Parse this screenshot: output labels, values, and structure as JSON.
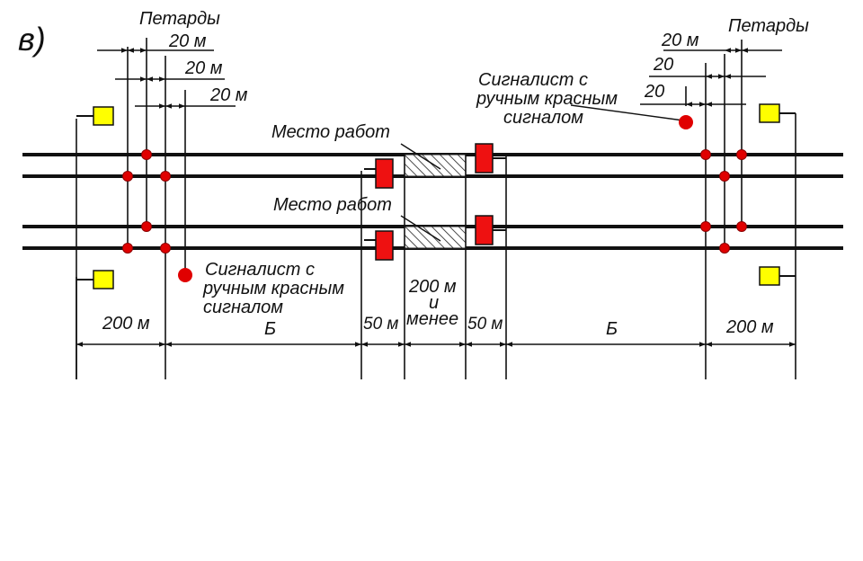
{
  "figure_letter": "в)",
  "labels": {
    "petards": "Петарды",
    "dist_20m": "20 м",
    "dist_20": "20",
    "work_site": "Место работ",
    "signalman": [
      "Сигналист с",
      "ручным красным",
      "сигналом"
    ],
    "dim_200m": "200 м",
    "dim_B": "Б",
    "dim_50m": "50 м",
    "dim_200_or_less": [
      "200 м",
      "и",
      "менее"
    ]
  },
  "colors": {
    "track": "#111111",
    "petard": "#e00000",
    "stop_sign": "#ee1111",
    "signalman": "#e00000",
    "warning_signal": "#ffff00",
    "hatch": "#222222"
  }
}
